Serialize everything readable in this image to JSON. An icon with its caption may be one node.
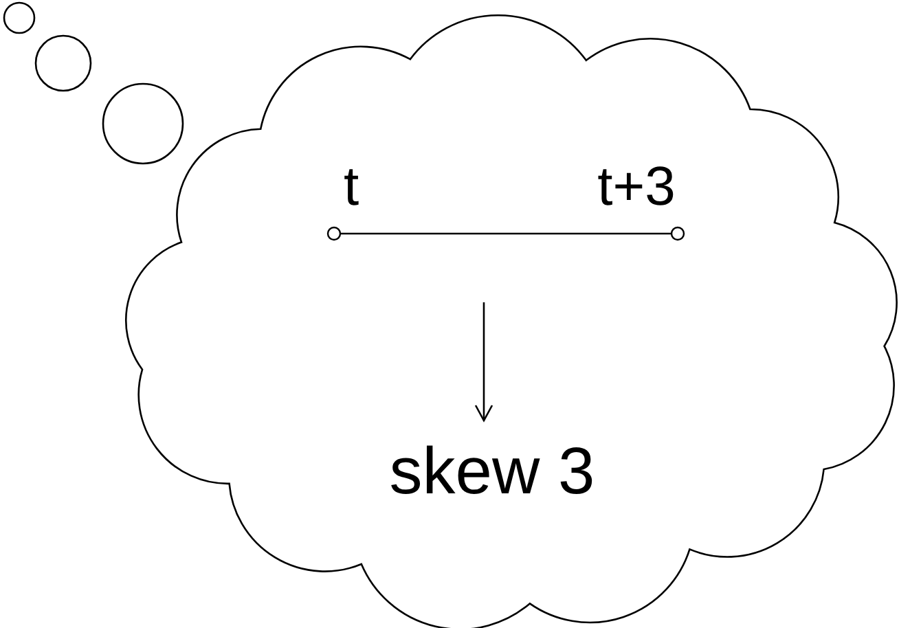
{
  "diagram": {
    "nodes": [
      {
        "text": [],
        "shape": "cloud"
      },
      {
        "text": [
          "t"
        ],
        "in": 0
      },
      {
        "text": [
          "t+3"
        ],
        "in": 0
      },
      {
        "text": [
          "skew 3"
        ],
        "in": 0
      }
    ],
    "edges": [
      {
        "from": 1,
        "to": 2,
        "arrow": "other"
      },
      {
        "from": null,
        "to": 3,
        "arrow": "to"
      }
    ]
  }
}
